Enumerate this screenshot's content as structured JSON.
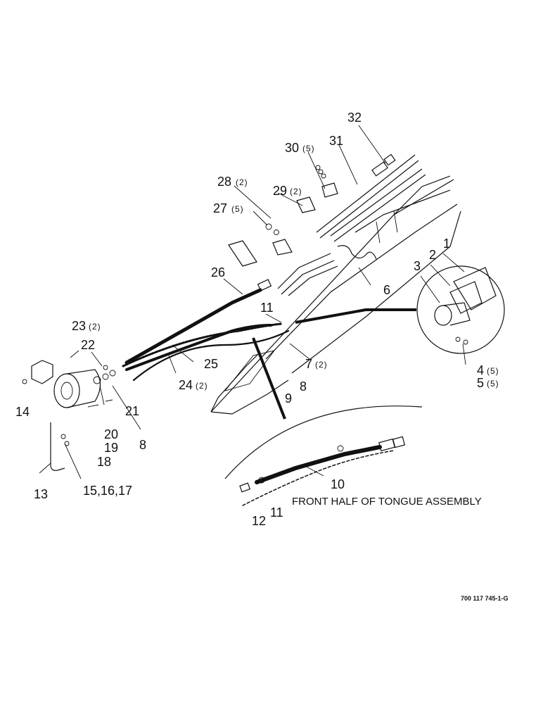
{
  "diagram": {
    "caption": "FRONT HALF OF TONGUE ASSEMBLY",
    "part_number": "700 117 745-1-G",
    "callouts": {
      "c1": "1",
      "c2": "2",
      "c3": "3",
      "c4": "4",
      "c4q": "(5)",
      "c5": "5",
      "c5q": "(5)",
      "c6": "6",
      "c7": "7",
      "c7q": "(2)",
      "c8a": "8",
      "c8b": "8",
      "c9": "9",
      "c10": "10",
      "c11a": "11",
      "c11b": "11",
      "c12": "12",
      "c13": "13",
      "c14": "14",
      "c151617": "15,16,17",
      "c18": "18",
      "c19": "19",
      "c20": "20",
      "c21": "21",
      "c22": "22",
      "c23": "23",
      "c23q": "(2)",
      "c24": "24",
      "c24q": "(2)",
      "c25": "25",
      "c26": "26",
      "c27": "27",
      "c27q": "(5)",
      "c28": "28",
      "c28q": "(2)",
      "c29": "29",
      "c29q": "(2)",
      "c30": "30",
      "c30q": "(5)",
      "c31": "31",
      "c32": "32"
    }
  }
}
